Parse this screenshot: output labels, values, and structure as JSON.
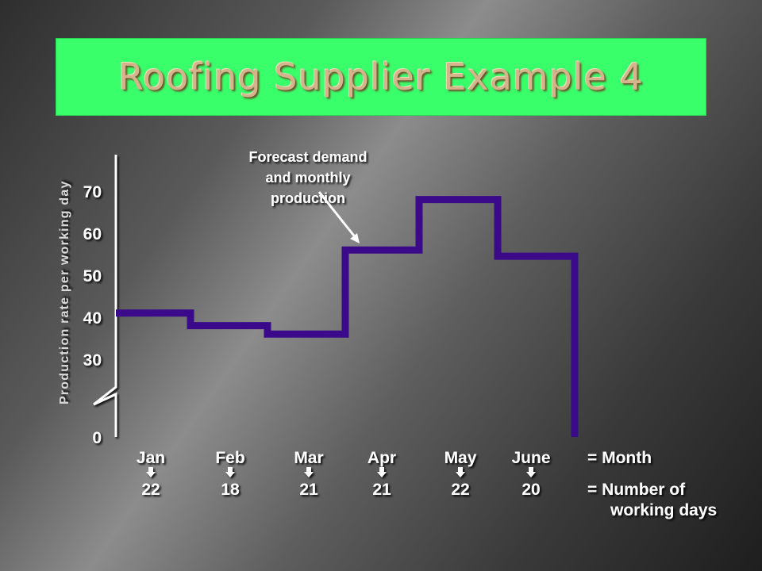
{
  "title": "Roofing Supplier Example 4",
  "chart_data": {
    "type": "line",
    "ylabel": "Production rate per working day",
    "yticks": [
      0,
      30,
      40,
      50,
      60,
      70
    ],
    "annotation": [
      "Forecast demand",
      "and monthly",
      "production"
    ],
    "categories": [
      "Jan",
      "Feb",
      "Mar",
      "Apr",
      "May",
      "June"
    ],
    "working_days": [
      22,
      18,
      21,
      21,
      22,
      20
    ],
    "values": [
      41,
      38,
      36,
      56,
      68,
      54.5
    ],
    "x_legend": "= Month",
    "days_legend": [
      "= Number of",
      "working days"
    ],
    "line_color": "#3b0a8a"
  }
}
